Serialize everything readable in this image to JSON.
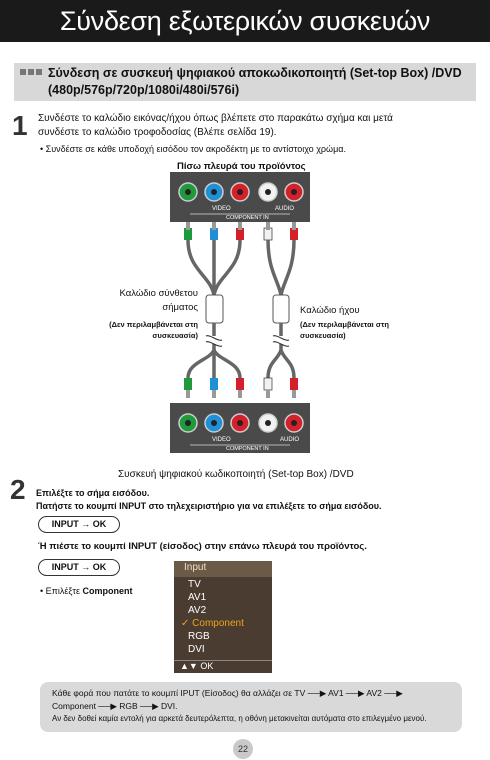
{
  "header": {
    "title": "Σύνδεση εξωτερικών συσκευών"
  },
  "section": {
    "title_line1": "Σύνδεση σε συσκευή ψηφιακού αποκωδικοποιητή (Set-top Box) /DVD",
    "title_line2": "(480p/576p/720p/1080i/480i/576i)"
  },
  "step1": {
    "number": "1",
    "line1": "Συνδέστε το καλώδιο εικόνας/ήχου όπως βλέπετε στο παρακάτω σχήμα και μετά",
    "line2": "συνδέστε το καλώδιο τροφοδοσίας (Βλέπε σελίδα 19).",
    "bullet": "•  Συνδέστε σε κάθε υποδοχή εισόδου τον ακροδέκτη με το αντίστοιχο χρώμα."
  },
  "diagram": {
    "top_label": "Πίσω πλευρά του προϊόντος",
    "video_label": "VIDEO",
    "audio_label": "AUDIO",
    "component_in_label": "COMPONENT IN",
    "video_cable_line1": "Καλώδιο σύνθετου",
    "video_cable_line2": "σήματος",
    "video_cable_note1": "(Δεν περιλαμβάνεται στη",
    "video_cable_note2": "συσκευασία)",
    "audio_cable": "Καλώδιο ήχου",
    "audio_cable_note1": "(Δεν περιλαμβάνεται στη",
    "audio_cable_note2": "συσκευασία)",
    "bottom_label": "Συσκευή ψηφιακού κωδικοποιητή (Set-top Box) /DVD"
  },
  "step2": {
    "number": "2",
    "line1": "Επιλέξτε το σήμα εισόδου.",
    "line2": "Πατήστε το κουμπί INPUT στο τηλεχειριστήριο για να επιλέξετε το σήμα εισόδου.",
    "button1": "INPUT → OK",
    "or_line": "Ή πιέστε το κουμπί INPUT (είσοδος) στην επάνω πλευρά του προϊόντος.",
    "button2": "INPUT → OK",
    "bullet_prefix": "•  Επιλέξτε ",
    "bullet_bold": "Component"
  },
  "input_menu": {
    "header": "Input",
    "items": [
      "TV",
      "AV1",
      "AV2",
      "Component",
      "RGB",
      "DVI"
    ],
    "selected": "Component",
    "check": "✓",
    "footer": "▲▼ OK"
  },
  "note": {
    "line1": "Κάθε φορά που πατάτε το κουμπί IPUT (Είσοδος) θα αλλάζει σε TV ──▶ AV1 ──▶ AV2 ──▶",
    "line2": "Component ──▶ RGB ──▶ DVI.",
    "line3": "Αν δεν δοθεί καμία εντολή για αρκετά δευτερόλεπτα, η οθόνη μετακινείται αυτόματα στο επιλεγμένο μενού."
  },
  "page_number": "22",
  "colors": {
    "green": "#1e9a3c",
    "blue": "#1e90d8",
    "red": "#d4202a",
    "white": "#f2f2f2",
    "panel": "#4a4a4a"
  }
}
